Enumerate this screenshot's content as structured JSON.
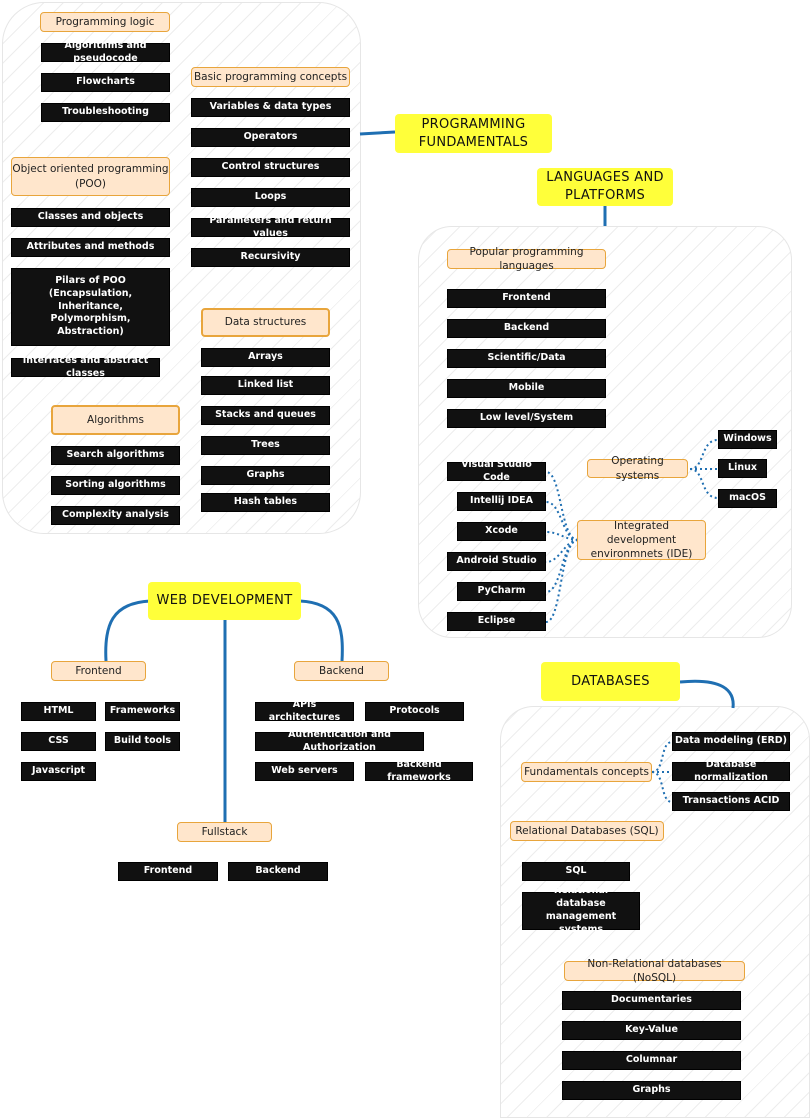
{
  "programming": {
    "title": "PROGRAMMING FUNDAMENTALS",
    "logic": {
      "label": "Programming logic",
      "items": [
        "Algorithms and pseudocode",
        "Flowcharts",
        "Troubleshooting"
      ]
    },
    "basic": {
      "label": "Basic programming concepts",
      "items": [
        "Variables & data types",
        "Operators",
        "Control structures",
        "Loops",
        "Parameters and return values",
        "Recursivity"
      ]
    },
    "oop": {
      "label": "Object oriented programming (POO)",
      "items": [
        "Classes and objects",
        "Attributes and methods",
        "Pilars of POO (Encapsulation, Inheritance, Polymorphism, Abstraction)",
        "Interfaces and abstract classes"
      ]
    },
    "structures": {
      "label": "Data structures",
      "items": [
        "Arrays",
        "Linked list",
        "Stacks and queues",
        "Trees",
        "Graphs",
        "Hash tables"
      ]
    },
    "algorithms": {
      "label": "Algorithms",
      "items": [
        "Search algorithms",
        "Sorting algorithms",
        "Complexity analysis"
      ]
    }
  },
  "languages": {
    "title": "LANGUAGES AND PLATFORMS",
    "popular": {
      "label": "Popular programming languages",
      "items": [
        "Frontend",
        "Backend",
        "Scientific/Data",
        "Mobile",
        "Low level/System"
      ]
    },
    "os": {
      "label": "Operating systems",
      "items": [
        "Windows",
        "Linux",
        "macOS"
      ]
    },
    "ide": {
      "label": "Integrated development environmnets (IDE)",
      "items": [
        "Visual Studio Code",
        "Intellij IDEA",
        "Xcode",
        "Android Studio",
        "PyCharm",
        "Eclipse"
      ]
    }
  },
  "web": {
    "title": "WEB DEVELOPMENT",
    "frontend": {
      "label": "Frontend",
      "items": [
        "HTML",
        "CSS",
        "Javascript",
        "Frameworks",
        "Build tools"
      ]
    },
    "backend": {
      "label": "Backend",
      "items": [
        "APIs architectures",
        "Protocols",
        "Authentication and Authorization",
        "Web servers",
        "Backend frameworks"
      ]
    },
    "fullstack": {
      "label": "Fullstack",
      "items": [
        "Frontend",
        "Backend"
      ]
    }
  },
  "databases": {
    "title": "DATABASES",
    "fundamentals": {
      "label": "Fundamentals concepts",
      "items": [
        "Data modeling (ERD)",
        "Database normalization",
        "Transactions ACID"
      ]
    },
    "relational": {
      "label": "Relational Databases (SQL)",
      "items": [
        "SQL",
        "Relational database management systems"
      ]
    },
    "nonrelational": {
      "label": "Non-Relational databases (NoSQL)",
      "items": [
        "Documentaries",
        "Key-Value",
        "Columnar",
        "Graphs"
      ]
    }
  },
  "colors": {
    "title_fill": "#ffff3a",
    "category_fill": "#ffe6cc",
    "category_border": "#e8a53c",
    "item_fill": "#111111",
    "connector": "#1f6fb2"
  }
}
